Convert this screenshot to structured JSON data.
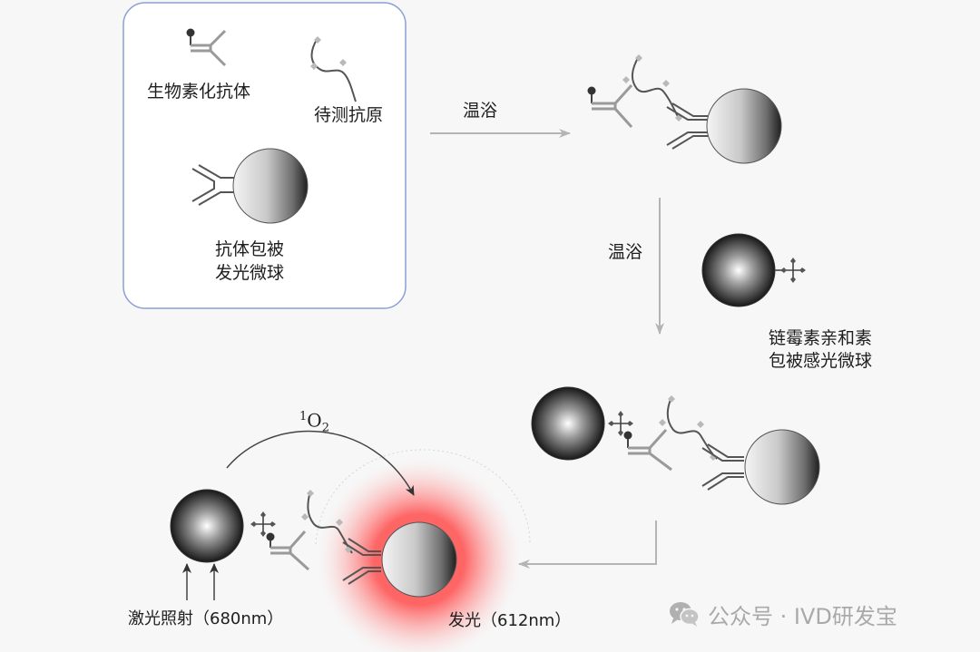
{
  "legend": {
    "biotin_antibody": "生物素化抗体",
    "antigen": "待测抗原",
    "coated_bead_line1": "抗体包被",
    "coated_bead_line2": "发光微球"
  },
  "steps": {
    "incubation_1": "温浴",
    "incubation_2": "温浴"
  },
  "reagents": {
    "streptavidin_bead_line1": "链霉素亲和素",
    "streptavidin_bead_line2": "包被感光微球"
  },
  "reaction": {
    "singlet_oxygen_sup": "1",
    "singlet_oxygen_main": "O",
    "singlet_oxygen_sub": "2",
    "excitation": "激光照射（680nm）",
    "emission": "发光（612nm）"
  },
  "watermark": {
    "icon": "wechat-icon",
    "text": "公众号 · IVD研发宝"
  },
  "colors": {
    "glow": "#ff5a5a",
    "legend_border": "#8c9fd6",
    "arrow": "#b4b4b4"
  }
}
